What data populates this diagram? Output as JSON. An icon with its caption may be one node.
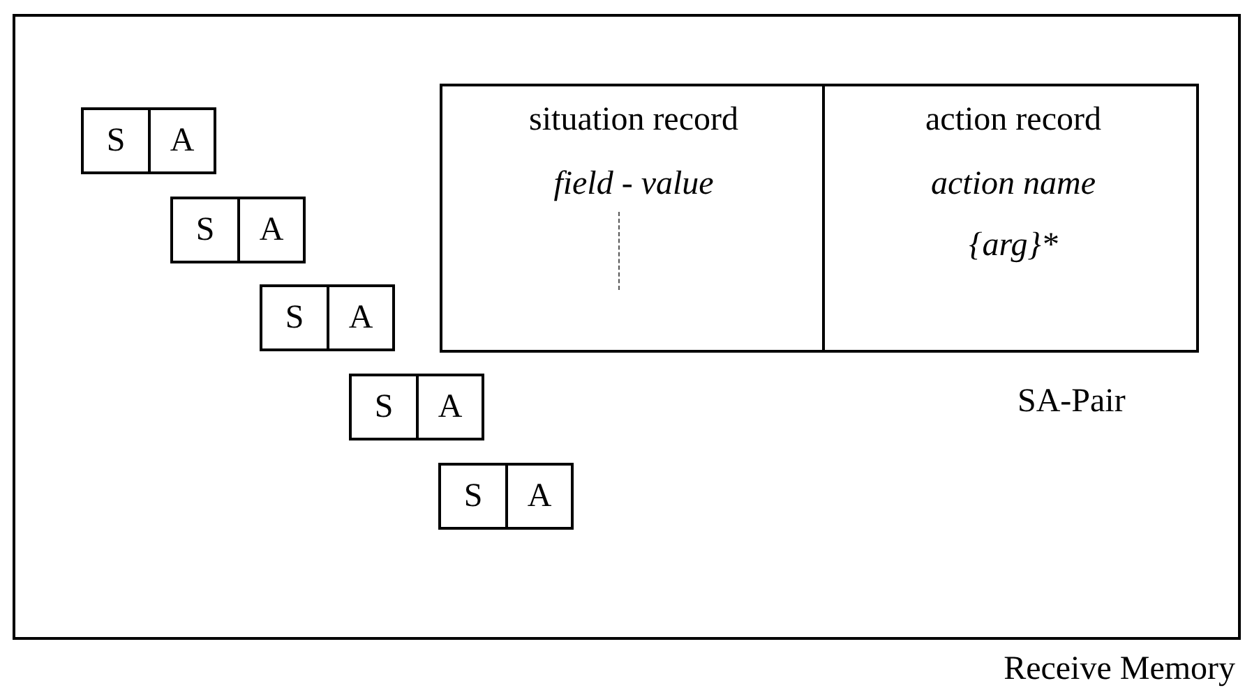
{
  "diagram": {
    "nodes": [
      {
        "text": [
          "Receive Memory"
        ]
      },
      {
        "text": [
          "SA-Pair"
        ],
        "in": 0
      },
      {
        "text": [
          "situation record",
          "field - value"
        ],
        "in": 1
      },
      {
        "text": [
          "action record",
          "action name",
          "{arg}*"
        ],
        "in": 1
      },
      {
        "text": [
          "S"
        ],
        "in": 0
      },
      {
        "text": [
          "A"
        ],
        "in": 0
      },
      {
        "text": [
          "S"
        ],
        "in": 0
      },
      {
        "text": [
          "A"
        ],
        "in": 0
      },
      {
        "text": [
          "S"
        ],
        "in": 0
      },
      {
        "text": [
          "A"
        ],
        "in": 0
      },
      {
        "text": [
          "S"
        ],
        "in": 0
      },
      {
        "text": [
          "A"
        ],
        "in": 0
      },
      {
        "text": [
          "S"
        ],
        "in": 0
      },
      {
        "text": [
          "A"
        ],
        "in": 0
      }
    ],
    "edges": []
  }
}
